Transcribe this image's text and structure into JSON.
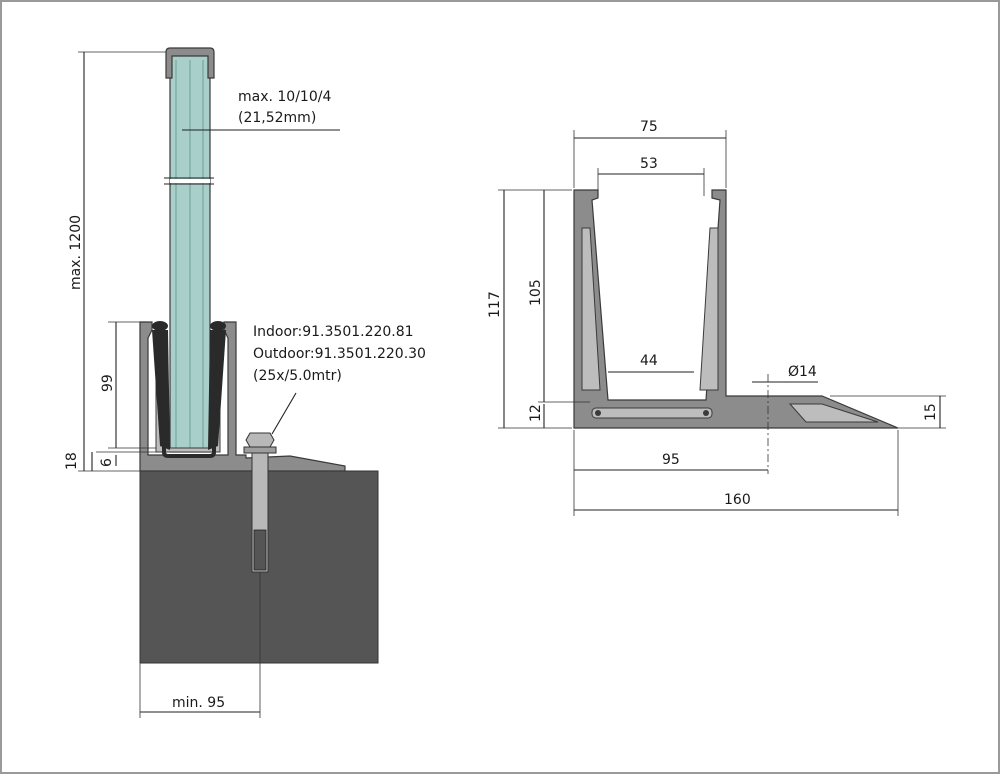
{
  "left_view": {
    "glass_note_line1": "max. 10/10/4",
    "glass_note_line2": "(21,52mm)",
    "height_label": "max. 1200",
    "profile_height": "99",
    "base_height": "18",
    "bottom_offset": "6",
    "article_line1": "Indoor:91.3501.220.81",
    "article_line2": "Outdoor:91.3501.220.30",
    "article_line3": "(25x/5.0mtr)",
    "min_edge": "min. 95"
  },
  "right_view": {
    "top_width": "75",
    "inner_width": "53",
    "bottom_inner_width": "44",
    "hole_diameter": "Ø14",
    "total_height": "117",
    "inner_height": "105",
    "base_thickness": "12",
    "flange_height": "15",
    "hole_offset": "95",
    "total_width": "160"
  },
  "colors": {
    "profile": "#8c8c8c",
    "glass": "#a8cfc9",
    "concrete": "#555555",
    "rubber": "#2a2a2a"
  }
}
